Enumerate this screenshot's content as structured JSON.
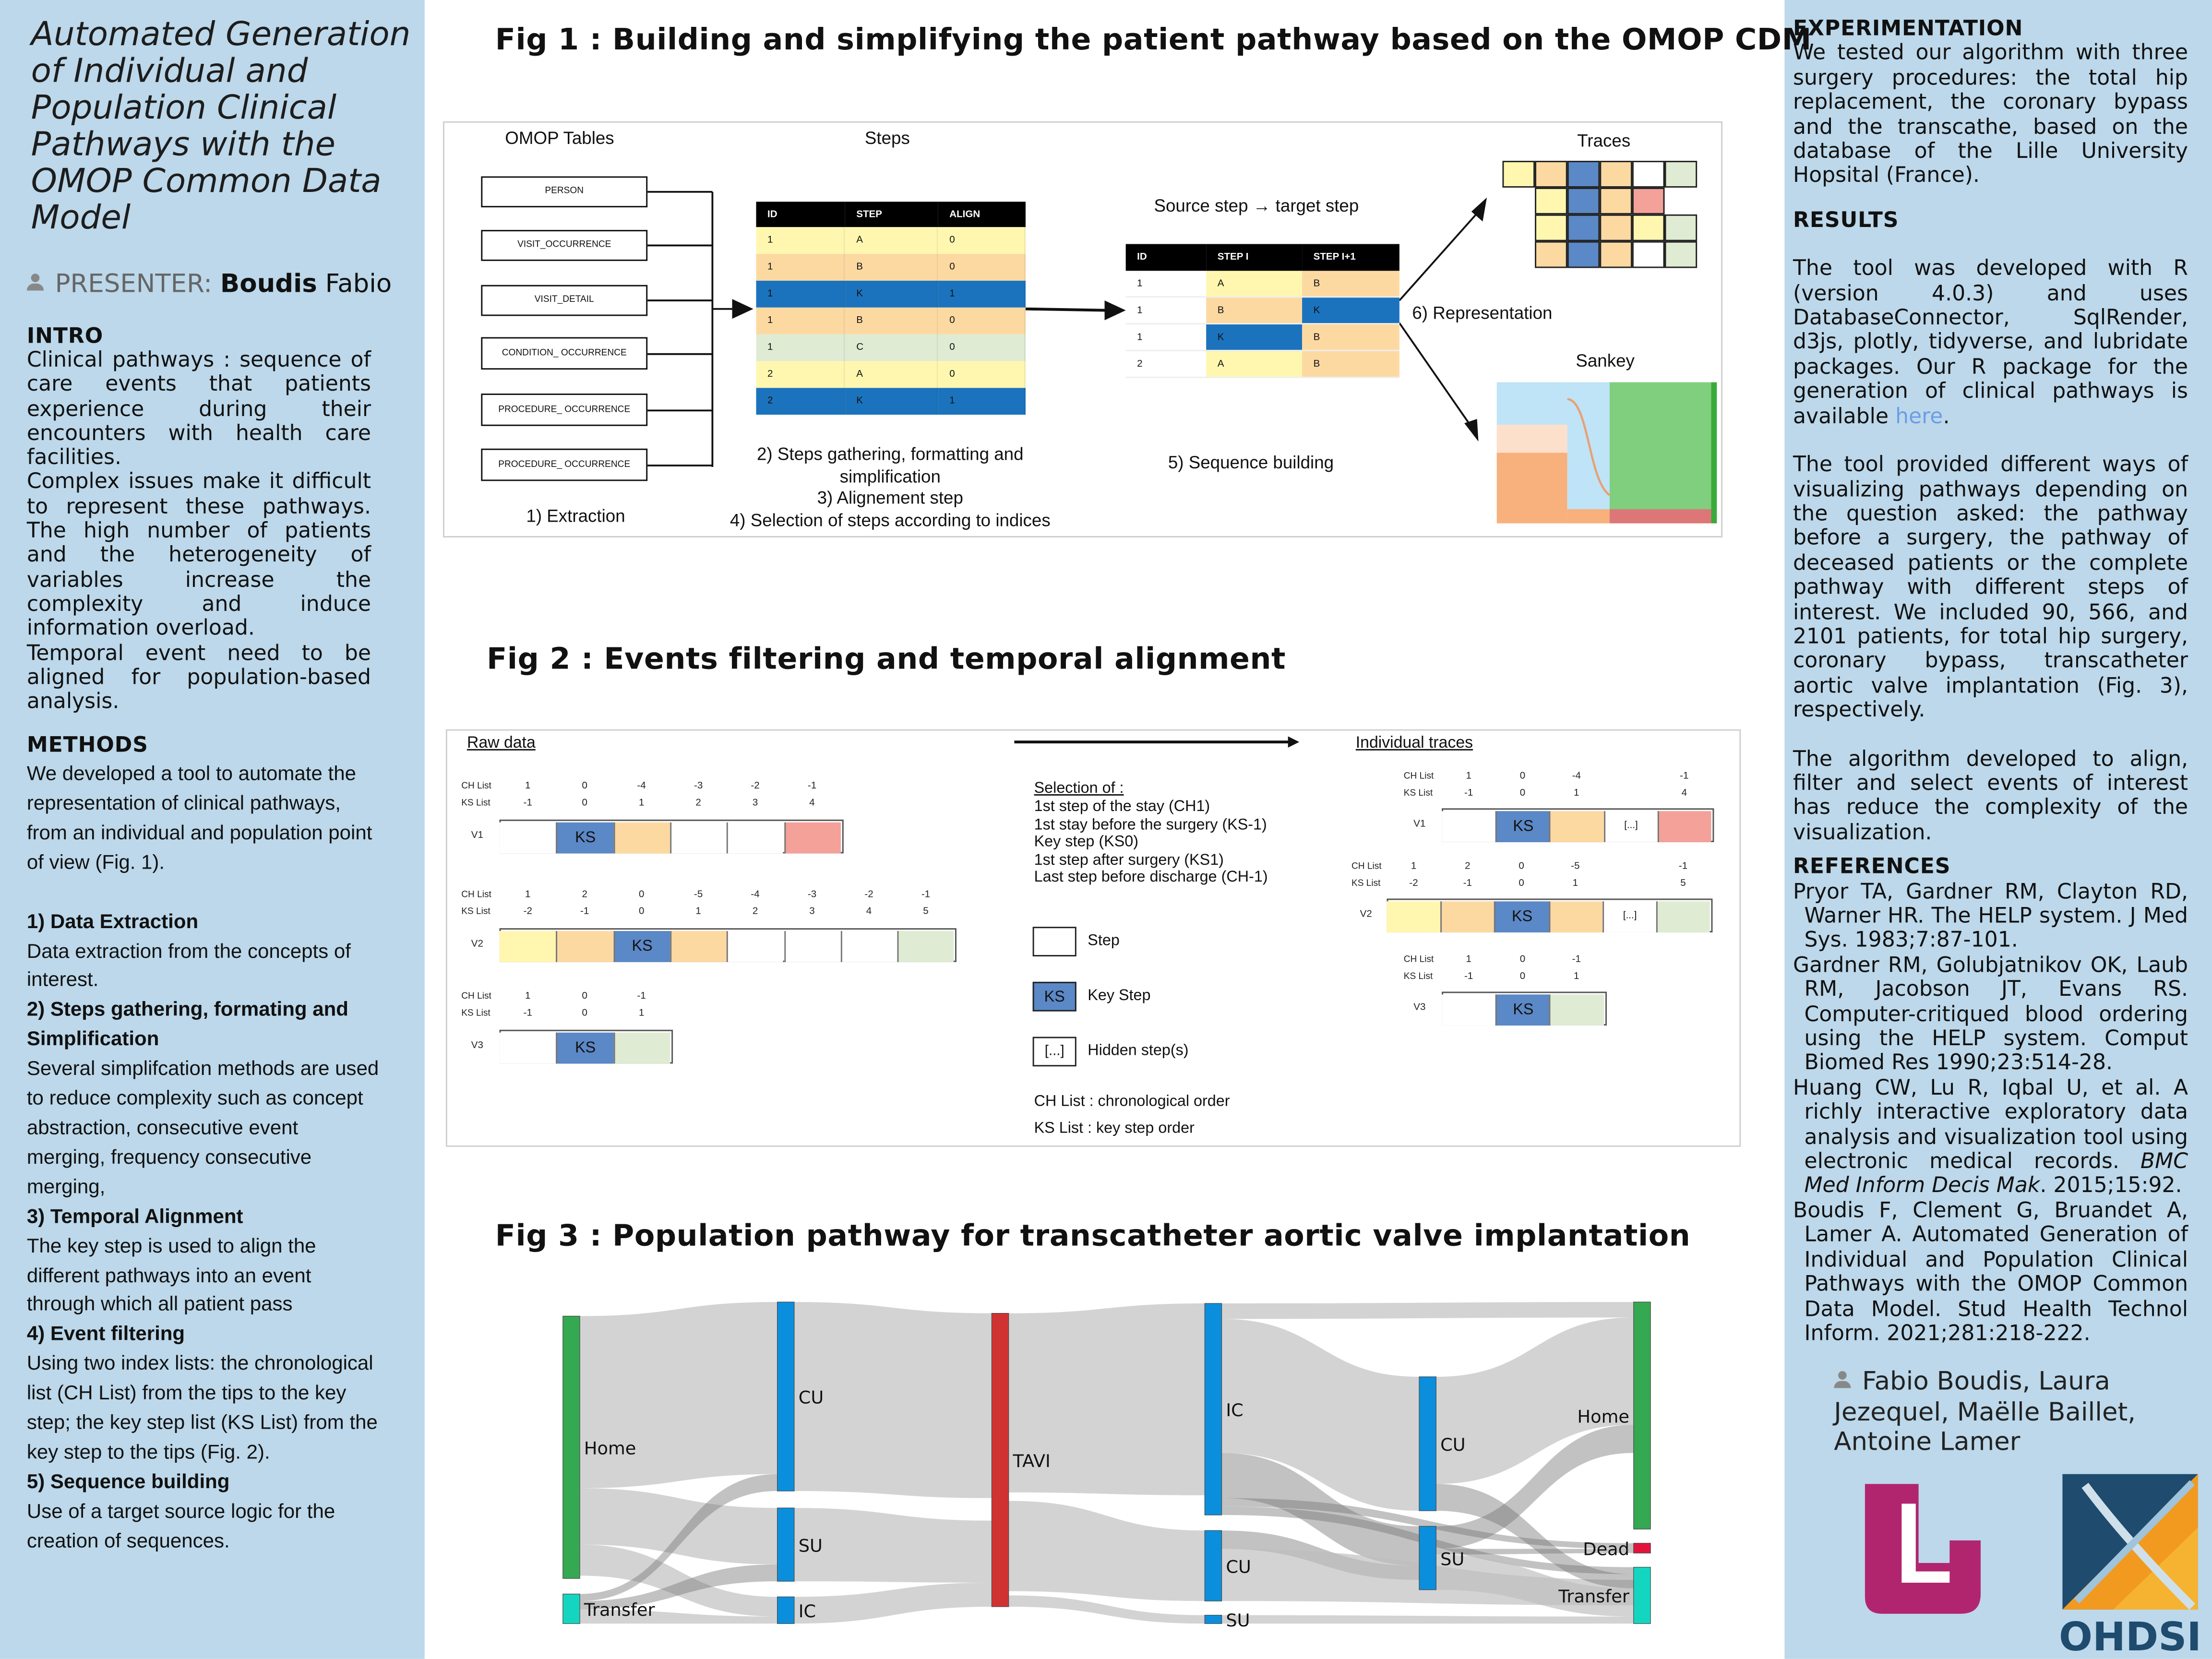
{
  "left": {
    "title": "Automated Generation of Individual and Population Clinical Pathways with the OMOP Common Data Model",
    "presenter_label": "PRESENTER:",
    "presenter_last": "Boudis",
    "presenter_first": "Fabio",
    "intro_heading": "INTRO",
    "intro_paragraphs": [
      "Clinical pathways : sequence of care events that patients experience during their encounters with health care facilities.",
      "Complex issues make it difficult to represent these pathways. The high number of patients and the heterogeneity of variables increase the complexity and induce information overload.",
      "Temporal event need to be aligned for population-based analysis."
    ],
    "methods_heading": "METHODS",
    "methods_intro": "We developed a tool to automate the representation of clinical pathways, from an individual and population point of view (Fig. 1).",
    "methods_items": [
      {
        "heading": "1) Data Extraction",
        "text": "Data extraction from the concepts of interest."
      },
      {
        "heading": "2)  Steps gathering, formating and Simplification",
        "text": "Several simplifcation methods are used to reduce complexity such as concept abstraction, consecutive event merging, frequency consecutive merging,"
      },
      {
        "heading": "3) Temporal Alignment",
        "text": "The key step is used to align the different pathways into an event through which all patient pass"
      },
      {
        "heading": "4) Event filtering",
        "text": "Using two index lists: the chronological list (CH List) from the tips to the key step; the key step list (KS List) from the key step to the tips (Fig. 2)."
      },
      {
        "heading": "5) Sequence building",
        "text": "Use of a target source logic for the creation of sequences."
      }
    ]
  },
  "right": {
    "experimentation_heading": "EXPERIMENTATION",
    "experimentation_text": "We tested our algorithm with three surgery procedures: the total hip replacement, the coronary bypass and the transcathe, based on the database of the Lille University Hopsital (France).",
    "results_heading": "RESULTS",
    "results_p1": "The tool was developed with R (version 4.0.3) and uses DatabaseConnector, SqlRender, d3js, plotly, tidyverse, and lubridate packages. Our R package for the generation of clinical pathways is available ",
    "results_p1_link": "here",
    "results_p1_end": ".",
    "results_p2": "The tool provided different ways of visualizing pathways depending on the question asked: the pathway before a surgery, the pathway of deceased patients or the complete pathway with different steps of interest. We included 90, 566, and 2101 patients, for total hip surgery, coronary bypass, transcatheter aortic valve implantation (Fig. 3), respectively.",
    "results_p3": "The algorithm developed to align, filter and select events of interest has reduce the complexity of the visualization.",
    "references_heading": "REFERENCES",
    "references": [
      {
        "text": "Pryor TA, Gardner RM, Clayton RD, Warner HR. The HELP system. J Med Sys. 1983;7:87-101.",
        "italic": "",
        "after": ""
      },
      {
        "text": "Gardner RM, Golubjatnikov OK, Laub RM, Jacobson JT, Evans RS. Computer-critiqued blood ordering using the HELP system. Comput Biomed Res 1990;23:514-28.",
        "italic": "",
        "after": ""
      },
      {
        "text": "Huang CW, Lu R, Iqbal U, et al. A richly interactive exploratory data analysis and visualization tool using electronic medical records. ",
        "italic": "BMC Med Inform Decis Mak",
        "after": ". 2015;15:92."
      },
      {
        "text": "Boudis F, Clement G, Bruandet A, Lamer A. Automated Generation of Individual and Population Clinical Pathways with the OMOP Common Data Model. Stud Health Technol Inform. 2021;281:218-222.",
        "italic": "",
        "after": ""
      }
    ],
    "authors": "Fabio Boudis, Laura Jezequel, Maëlle Baillet, Antoine Lamer",
    "ohdsi_logo_text": "OHDSI"
  },
  "fig1": {
    "title": "Fig 1 : Building and simplifying the patient pathway based on the OMOP CDM",
    "omop_heading": "OMOP Tables",
    "omop_tables": [
      "PERSON",
      "VISIT_OCCURRENCE",
      "VISIT_DETAIL",
      "CONDITION_ OCCURRENCE",
      "PROCEDURE_ OCCURRENCE",
      "PROCEDURE_ OCCURRENCE"
    ],
    "steps_heading": "Steps",
    "steps_headers": [
      "ID",
      "STEP",
      "ALIGN"
    ],
    "steps_rows": [
      [
        "1",
        "A",
        "0"
      ],
      [
        "1",
        "B",
        "0"
      ],
      [
        "1",
        "K",
        "1"
      ],
      [
        "1",
        "B",
        "0"
      ],
      [
        "1",
        "C",
        "0"
      ],
      [
        "2",
        "A",
        "0"
      ],
      [
        "2",
        "K",
        "1"
      ]
    ],
    "seq_heading": "Source step → target step",
    "seq_headers": [
      "ID",
      "STEP I",
      "STEP I+1"
    ],
    "seq_rows": [
      [
        "1",
        "A",
        "B"
      ],
      [
        "1",
        "B",
        "K"
      ],
      [
        "1",
        "K",
        "B"
      ],
      [
        "2",
        "A",
        "B"
      ]
    ],
    "traces_heading": "Traces",
    "traces": [
      [
        "A",
        "B",
        "K",
        "B",
        "W",
        "C"
      ],
      [
        "A",
        "K",
        "B",
        "R"
      ],
      [
        "A",
        "K",
        "B",
        "A",
        "C"
      ],
      [
        "B",
        "K",
        "B",
        "W",
        "C"
      ]
    ],
    "sankey_heading": "Sankey",
    "representation_label": "6) Representation",
    "caption_extraction": "1) Extraction",
    "caption_steps": [
      "2) Steps gathering, formatting and",
      "simplification",
      "3) Alignement step",
      "4) Selection of steps according to indices"
    ],
    "caption_sequence": "5) Sequence building",
    "step_colors": {
      "A": "#fff7b0",
      "B": "#fdd9a2",
      "K": "#1b73bd",
      "C": "#dfebd3",
      "R": "#f3a199",
      "W": "#ffffff"
    }
  },
  "fig2": {
    "title": "Fig 2 : Events filtering and temporal alignment",
    "raw_heading": "Raw data",
    "traces_heading": "Individual traces",
    "ch_label": "CH List",
    "ks_label": "KS List",
    "ks_cell": "KS",
    "hidden_cell": "[...]",
    "raw": [
      {
        "label": "V1",
        "ch": [
          "1",
          "0",
          "-4",
          "-3",
          "-2",
          "-1"
        ],
        "ks": [
          "-1",
          "0",
          "1",
          "2",
          "3",
          "4"
        ],
        "cells": [
          "W",
          "KS",
          "B",
          "W",
          "W",
          "R"
        ]
      },
      {
        "label": "V2",
        "ch": [
          "1",
          "2",
          "0",
          "-5",
          "-4",
          "-3",
          "-2",
          "-1"
        ],
        "ks": [
          "-2",
          "-1",
          "0",
          "1",
          "2",
          "3",
          "4",
          "5"
        ],
        "cells": [
          "A",
          "B",
          "KS",
          "B",
          "W",
          "W",
          "W",
          "C"
        ]
      },
      {
        "label": "V3",
        "ch": [
          "1",
          "0",
          "-1"
        ],
        "ks": [
          "-1",
          "0",
          "1"
        ],
        "cells": [
          "W",
          "KS",
          "C"
        ]
      }
    ],
    "individual": [
      {
        "label": "V1",
        "ch": [
          "1",
          "0",
          "-4",
          "",
          "-1"
        ],
        "ks": [
          "-1",
          "0",
          "1",
          "",
          "4"
        ],
        "cells": [
          "W",
          "KS",
          "B",
          "H",
          "R"
        ]
      },
      {
        "label": "V2",
        "ch": [
          "1",
          "2",
          "0",
          "-5",
          "",
          "-1"
        ],
        "ks": [
          "-2",
          "-1",
          "0",
          "1",
          "",
          "5"
        ],
        "cells": [
          "A",
          "B",
          "KS",
          "B",
          "H",
          "C"
        ]
      },
      {
        "label": "V3",
        "ch": [
          "1",
          "0",
          "-1"
        ],
        "ks": [
          "-1",
          "0",
          "1"
        ],
        "cells": [
          "W",
          "KS",
          "C"
        ]
      }
    ],
    "selection_heading": "Selection of :",
    "selection_items": [
      "1st step of the stay (CH1)",
      "1st stay before the surgery (KS-1)",
      "Key step (KS0)",
      "1st step after surgery (KS1)",
      "Last step before discharge (CH-1)"
    ],
    "legend_step": "Step",
    "legend_key_step": "Key Step",
    "legend_hidden": "Hidden step(s)",
    "ch_note": "CH List : chronological order",
    "ks_note": "KS List : key step order",
    "cell_colors": {
      "A": "#fff7b0",
      "B": "#fdd9a2",
      "KS": "#5b88c6",
      "C": "#dfebd3",
      "R": "#f3a199",
      "W": "#ffffff",
      "H": "#ffffff"
    }
  },
  "fig3": {
    "title": "Fig 3 : Population pathway for transcatheter aortic valve implantation",
    "columns": [
      [
        {
          "label": "Home",
          "color": "#35a852"
        },
        {
          "label": "Transfer",
          "color": "#14d6c0"
        }
      ],
      [
        {
          "label": "CU",
          "color": "#0b8fdc"
        },
        {
          "label": "SU",
          "color": "#0b8fdc"
        },
        {
          "label": "IC",
          "color": "#0b8fdc"
        }
      ],
      [
        {
          "label": "TAVI",
          "color": "#d03232"
        }
      ],
      [
        {
          "label": "IC",
          "color": "#0b8fdc"
        },
        {
          "label": "CU",
          "color": "#0b8fdc"
        },
        {
          "label": "SU",
          "color": "#0b8fdc"
        }
      ],
      [
        {
          "label": "CU",
          "color": "#0b8fdc"
        },
        {
          "label": "SU",
          "color": "#0b8fdc"
        }
      ],
      [
        {
          "label": "Home",
          "color": "#35a852"
        },
        {
          "label": "Dead",
          "color": "#e3143c"
        },
        {
          "label": "Transfer",
          "color": "#14d6c0"
        }
      ]
    ]
  }
}
